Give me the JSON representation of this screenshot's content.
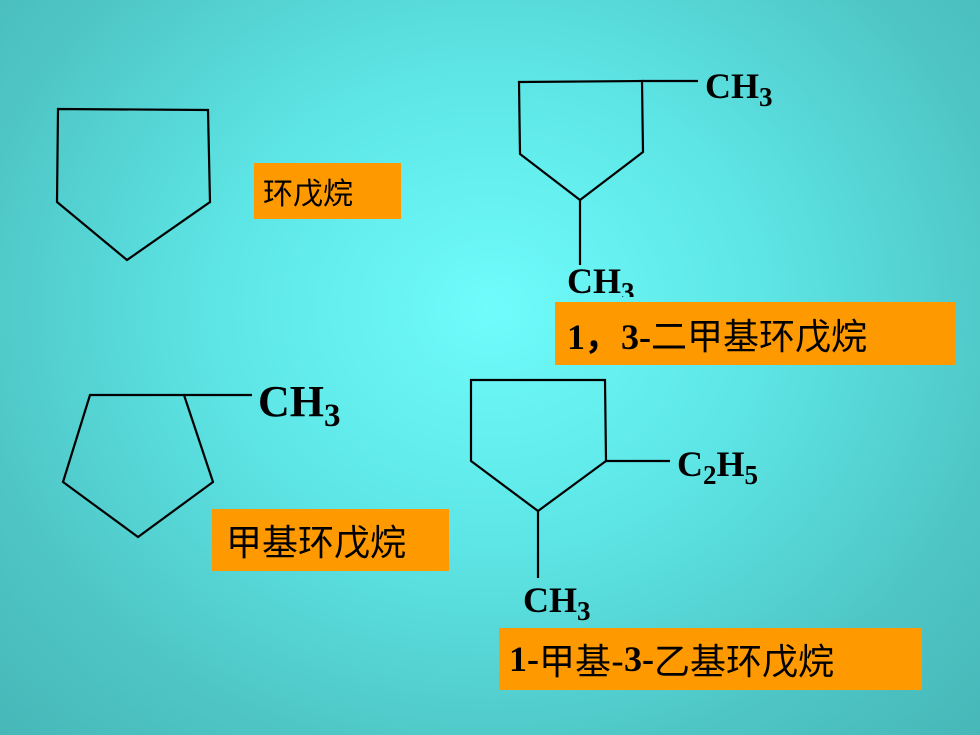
{
  "labels": {
    "cyclopentane": "环戊烷",
    "dimethyl_num": "1，3-",
    "dimethyl_name": "二甲基环戊烷",
    "methyl": "甲基环戊烷",
    "methylethyl_num1": "1-",
    "methylethyl_part1": "甲基-",
    "methylethyl_num2": "3-",
    "methylethyl_part2": "乙基环戊烷"
  },
  "formulas": {
    "ch": "CH",
    "three": "3",
    "c": "C",
    "two": "2",
    "h": "H",
    "five": "5"
  },
  "colors": {
    "label_bg": "#ff9900",
    "bond": "#000000"
  }
}
